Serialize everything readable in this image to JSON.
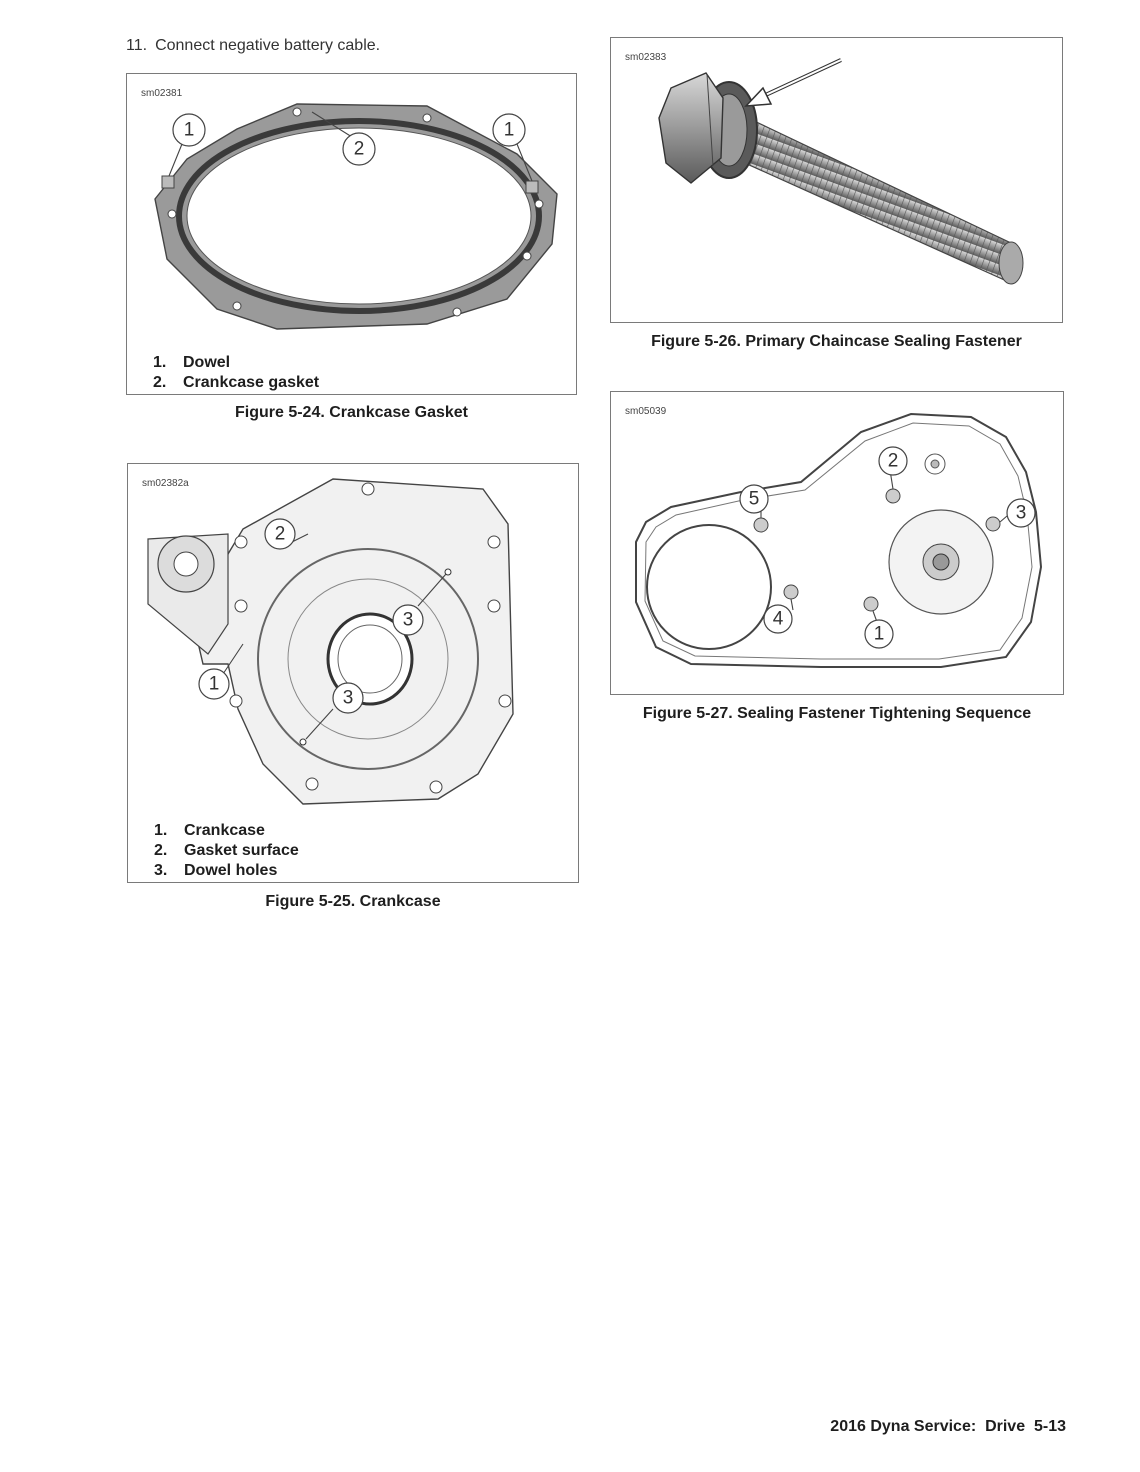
{
  "step": {
    "number": "11.",
    "text": "Connect negative battery cable."
  },
  "figures": {
    "fig24": {
      "id_code": "sm02381",
      "callouts": [
        "1",
        "2",
        "1"
      ],
      "legend": [
        {
          "num": "1.",
          "label": "Dowel"
        },
        {
          "num": "2.",
          "label": "Crankcase gasket"
        }
      ],
      "caption": "Figure 5-24. Crankcase Gasket"
    },
    "fig25": {
      "id_code": "sm02382a",
      "callouts": [
        "2",
        "3",
        "1",
        "3"
      ],
      "legend": [
        {
          "num": "1.",
          "label": "Crankcase"
        },
        {
          "num": "2.",
          "label": "Gasket surface"
        },
        {
          "num": "3.",
          "label": "Dowel holes"
        }
      ],
      "caption": "Figure 5-25. Crankcase"
    },
    "fig26": {
      "id_code": "sm02383",
      "caption": "Figure 5-26. Primary Chaincase Sealing Fastener"
    },
    "fig27": {
      "id_code": "sm05039",
      "callouts": [
        "2",
        "5",
        "3",
        "4",
        "1"
      ],
      "caption": "Figure 5-27. Sealing Fastener Tightening Sequence"
    }
  },
  "footer": {
    "text": "2016 Dyna Service:  Drive  5-13"
  },
  "colors": {
    "gasket": "#8c8c8c",
    "line": "#444444",
    "metal": "#b9b9b9"
  }
}
